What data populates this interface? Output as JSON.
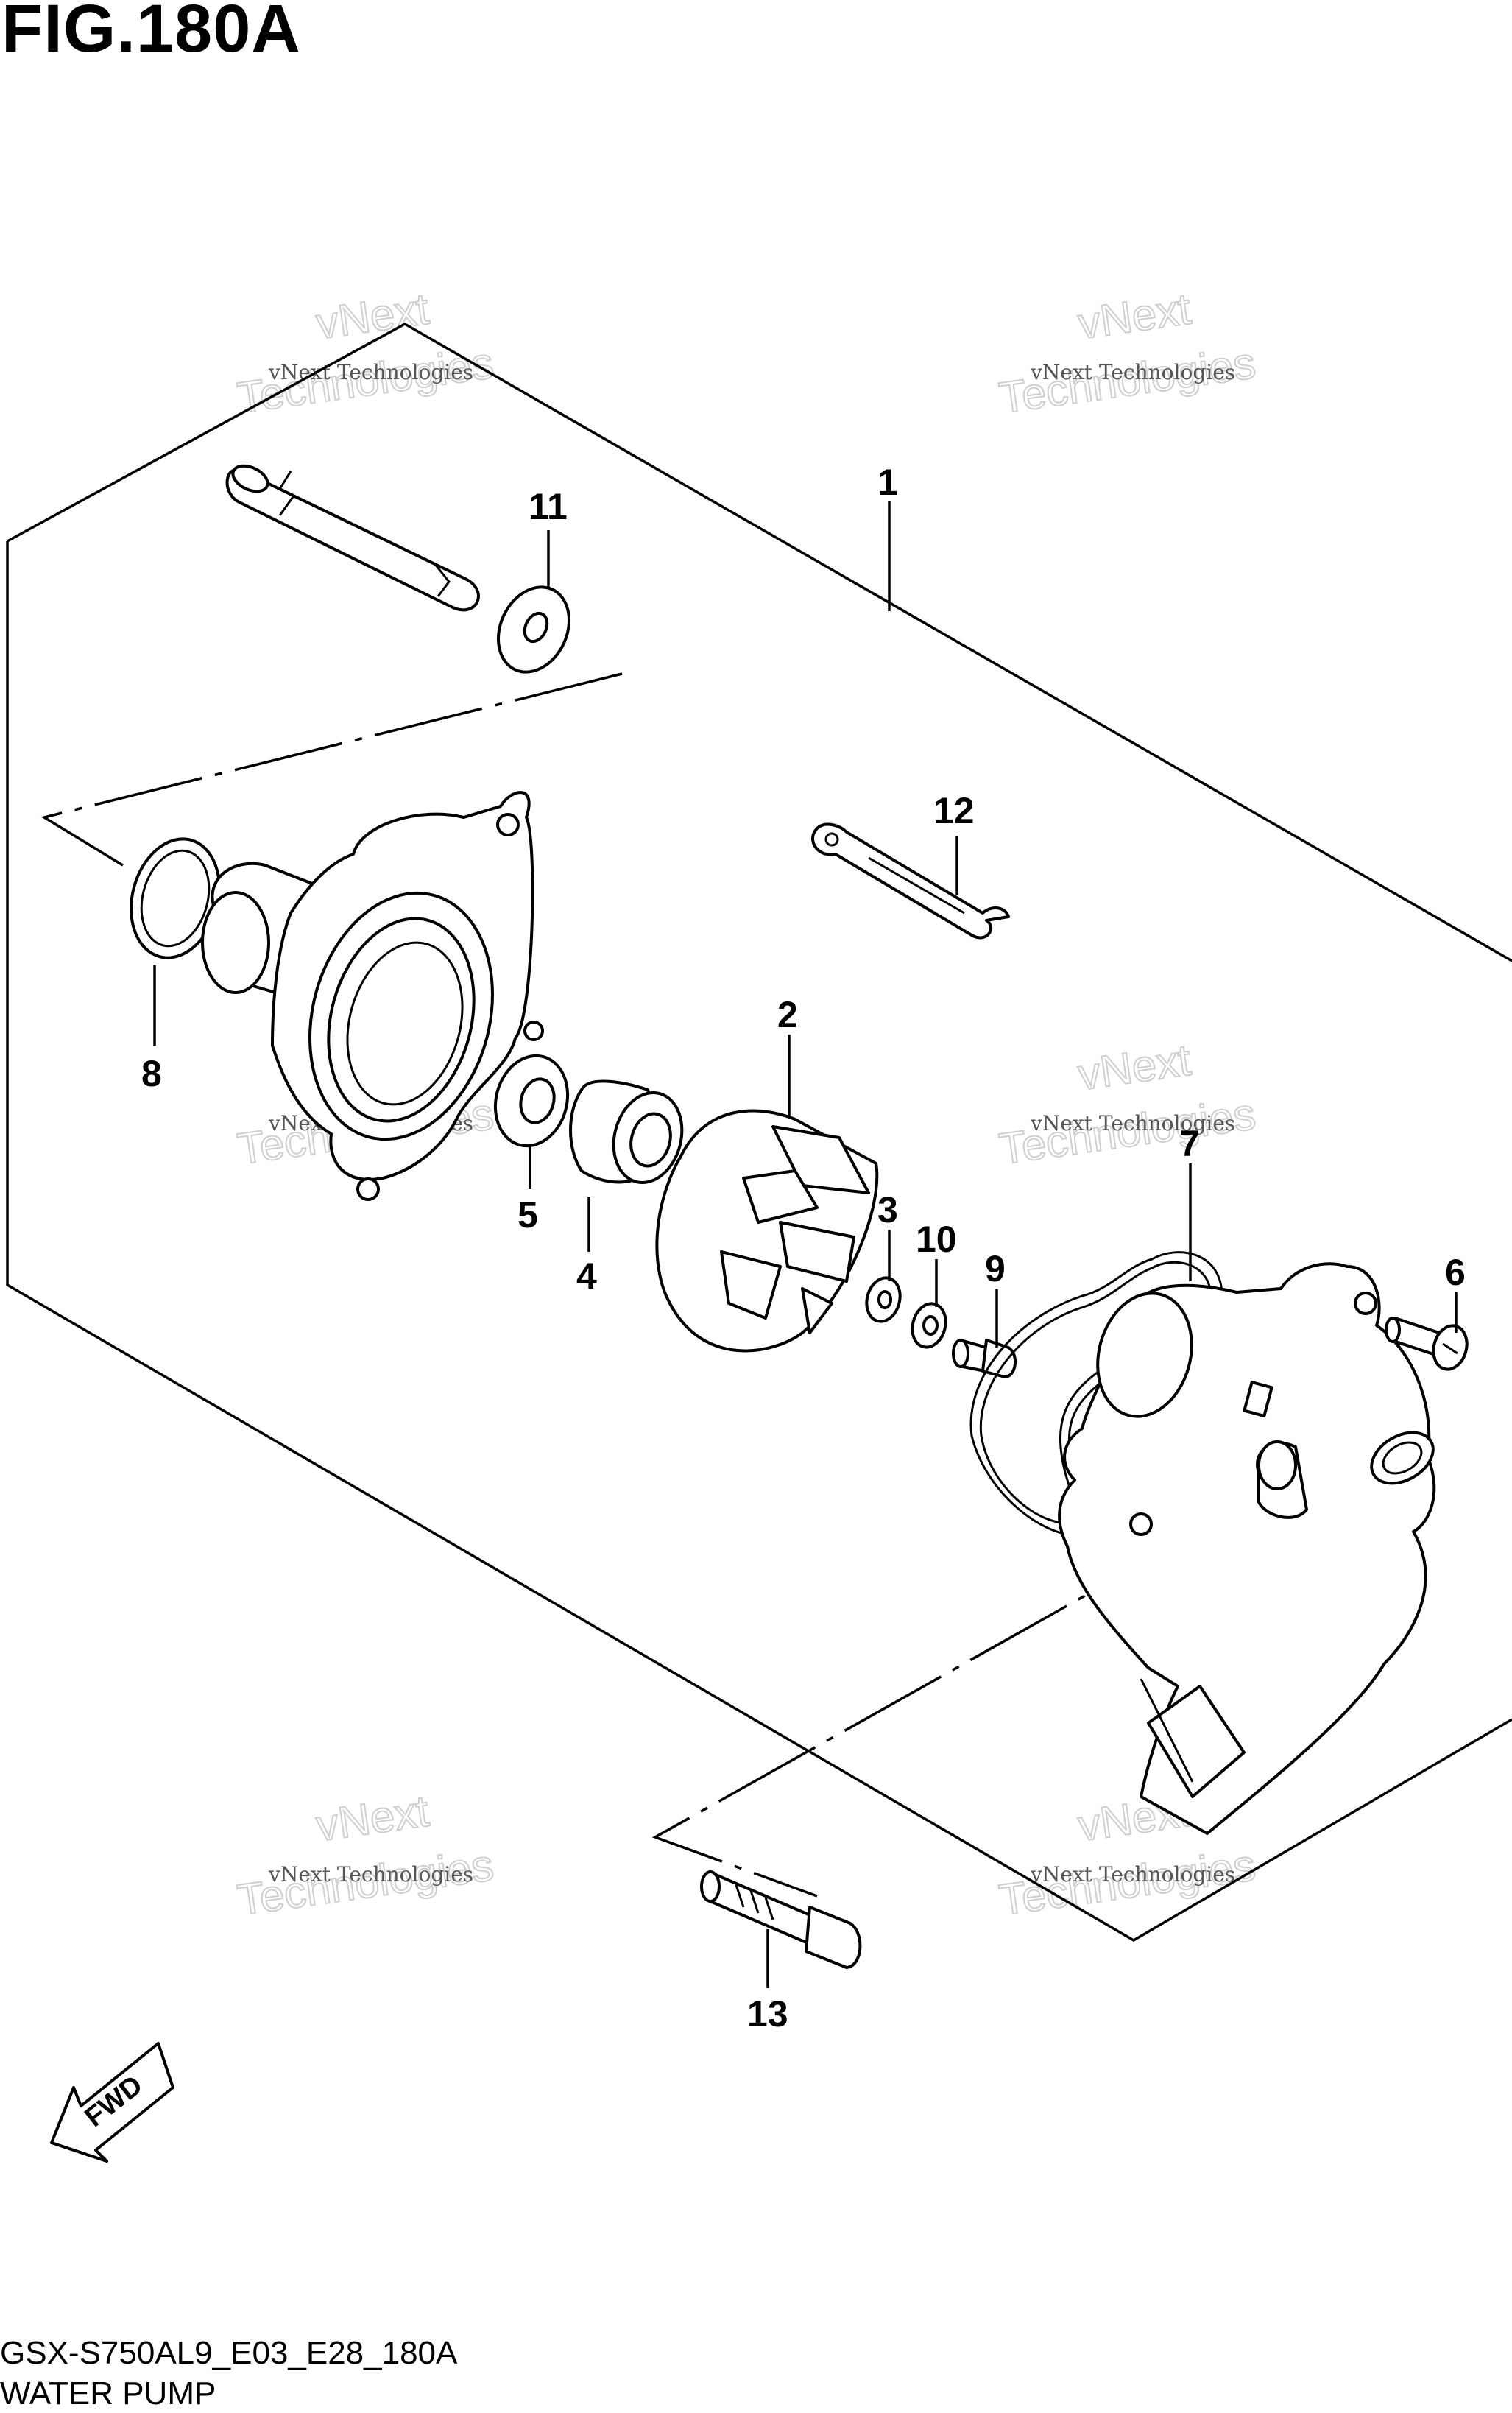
{
  "header": {
    "figure_title": "FIG.180A"
  },
  "watermark": {
    "line1": "vNext Technologies",
    "line2": "vNext",
    "line3": "Technologies"
  },
  "callouts": {
    "c1": "1",
    "c2": "2",
    "c3": "3",
    "c4": "4",
    "c5": "5",
    "c6": "6",
    "c7": "7",
    "c8": "8",
    "c9": "9",
    "c10": "10",
    "c11": "11",
    "c12": "12",
    "c13": "13"
  },
  "fwd_arrow": {
    "label": "FWD"
  },
  "footer": {
    "code": "GSX-S750AL9_E03_E28_180A",
    "caption": "WATER PUMP"
  }
}
